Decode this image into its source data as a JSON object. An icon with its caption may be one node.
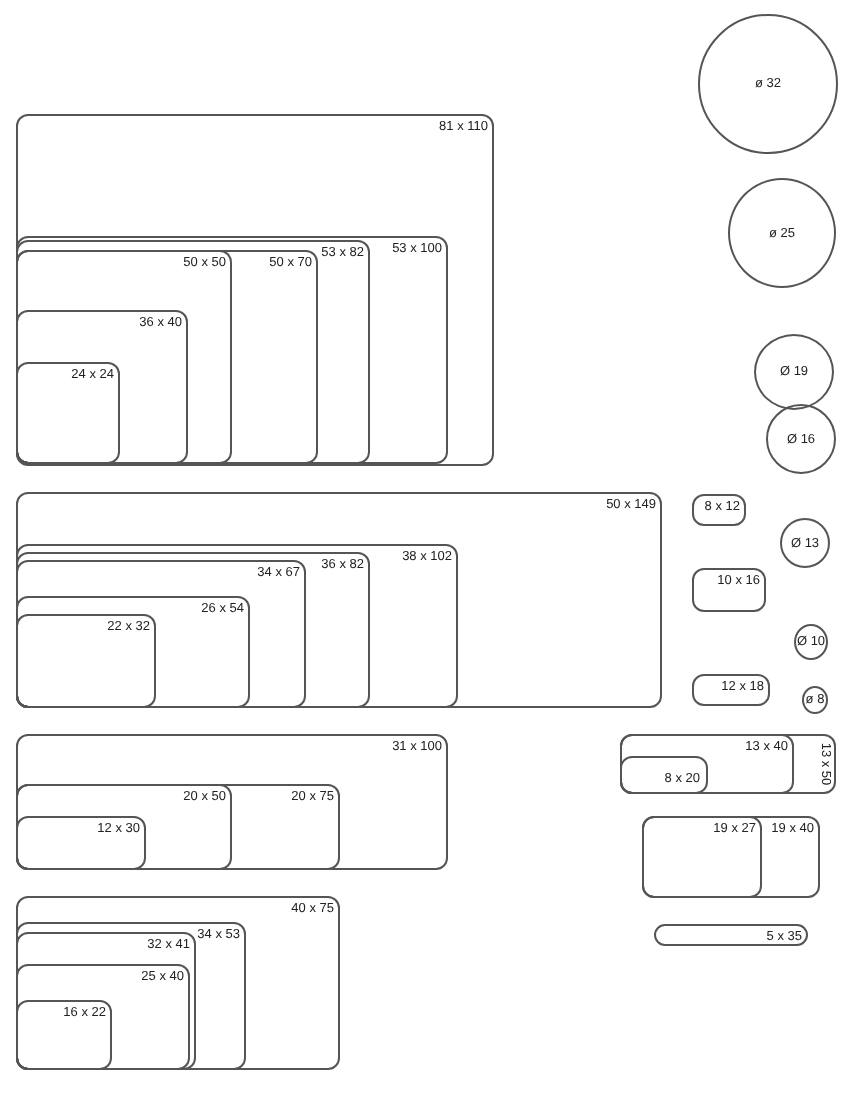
{
  "diagram": {
    "nodes": [
      {
        "text": [
          "81 x 110"
        ]
      },
      {
        "text": [
          "53 x 100"
        ],
        "in": 0
      },
      {
        "text": [
          "53 x 82"
        ],
        "in": 1
      },
      {
        "text": [
          "50 x 70"
        ],
        "in": 2
      },
      {
        "text": [
          "50 x 50"
        ],
        "in": 3
      },
      {
        "text": [
          "36 x 40"
        ],
        "in": 4
      },
      {
        "text": [
          "24 x 24"
        ],
        "in": 5
      },
      {
        "text": [
          "50 x 149"
        ]
      },
      {
        "text": [
          "38 x 102"
        ],
        "in": 7
      },
      {
        "text": [
          "36 x 82"
        ],
        "in": 8
      },
      {
        "text": [
          "34 x 67"
        ],
        "in": 9
      },
      {
        "text": [
          "26 x 54"
        ],
        "in": 10
      },
      {
        "text": [
          "22 x 32"
        ],
        "in": 11
      },
      {
        "text": [
          "31 x 100"
        ]
      },
      {
        "text": [
          "20 x 75"
        ],
        "in": 13
      },
      {
        "text": [
          "20 x 50"
        ],
        "in": 14
      },
      {
        "text": [
          "12 x 30"
        ],
        "in": 15
      },
      {
        "text": [
          "40 x 75"
        ]
      },
      {
        "text": [
          "34 x 53"
        ],
        "in": 17
      },
      {
        "text": [
          "32 x 41"
        ],
        "in": 18
      },
      {
        "text": [
          "25 x 40"
        ],
        "in": 19
      },
      {
        "text": [
          "16 x 22"
        ],
        "in": 20
      },
      {
        "text": [
          "ø 32"
        ]
      },
      {
        "text": [
          "ø 25"
        ]
      },
      {
        "text": [
          "Ø 19"
        ]
      },
      {
        "text": [
          "Ø 16"
        ]
      },
      {
        "text": [
          "8 x 12"
        ]
      },
      {
        "text": [
          "Ø 13"
        ]
      },
      {
        "text": [
          "10 x 16"
        ]
      },
      {
        "text": [
          "Ø 10"
        ]
      },
      {
        "text": [
          "12 x 18"
        ]
      },
      {
        "text": [
          "ø 8"
        ]
      },
      {
        "text": [
          "13 x 50"
        ]
      },
      {
        "text": [
          "13 x 40"
        ],
        "in": 32
      },
      {
        "text": [
          "8 x 20"
        ],
        "in": 33
      },
      {
        "text": [
          "19 x 40"
        ]
      },
      {
        "text": [
          "19 x 27"
        ],
        "in": 35
      },
      {
        "text": [
          "5 x 35"
        ]
      }
    ]
  }
}
